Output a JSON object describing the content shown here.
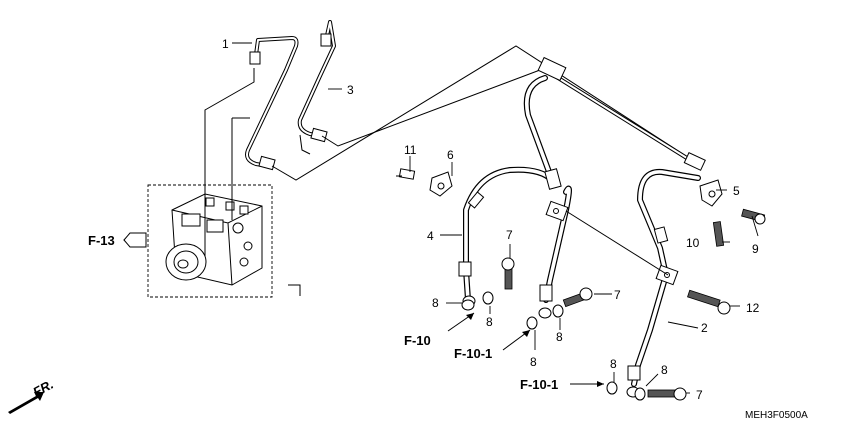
{
  "callouts": {
    "c1": "1",
    "c2": "2",
    "c3": "3",
    "c4": "4",
    "c5": "5",
    "c6": "6",
    "c7a": "7",
    "c7b": "7",
    "c7c": "7",
    "c8a": "8",
    "c8b": "8",
    "c8c": "8",
    "c8d": "8",
    "c8e": "8",
    "c8f": "8",
    "c9": "9",
    "c10": "10",
    "c11": "11",
    "c12": "12"
  },
  "references": {
    "f13": "F-13",
    "f10": "F-10",
    "f10_1a": "F-10-1",
    "f10_1b": "F-10-1"
  },
  "front_label": "FR.",
  "diagram_code": "MEH3F0500A"
}
